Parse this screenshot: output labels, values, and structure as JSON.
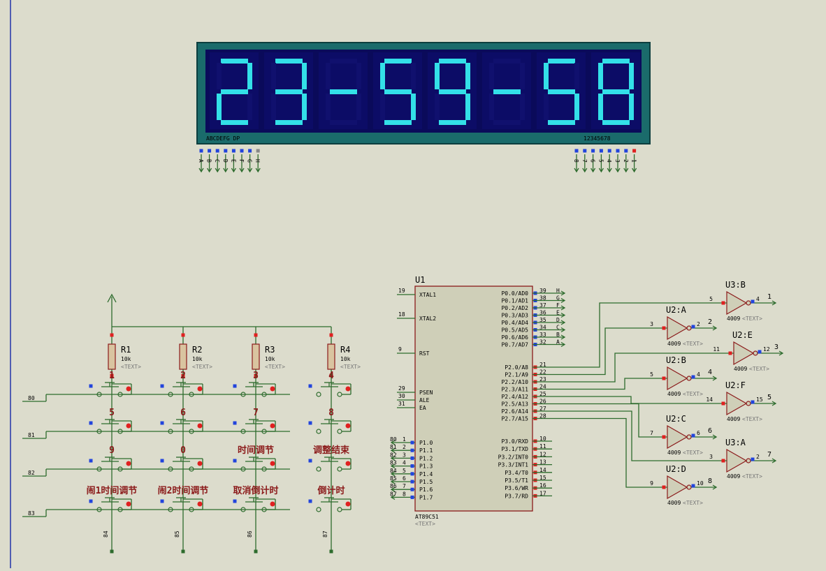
{
  "display": {
    "digits": [
      "2",
      "3",
      "-",
      "5",
      "9",
      "-",
      "5",
      "8"
    ],
    "seg_label": "ABCDEFG DP",
    "digit_label": "12345678",
    "seg_pins": [
      "A",
      "B",
      "C",
      "D",
      "E",
      "F",
      "G",
      "H"
    ],
    "digit_pins": [
      "8",
      "7",
      "6",
      "5",
      "4",
      "3",
      "2",
      "1"
    ],
    "colors": {
      "frame": "#1a6b6b",
      "panel": "#0a0a5a",
      "lit": "#33e0e8",
      "off": "#10106e"
    }
  },
  "mcu": {
    "ref": "U1",
    "part": "AT89C51",
    "text_tag": "<TEXT>",
    "left": [
      {
        "num": "19",
        "name": "XTAL1"
      },
      {
        "num": "18",
        "name": "XTAL2"
      },
      {
        "num": "9",
        "name": "RST"
      },
      {
        "num": "29",
        "name": "PSEN"
      },
      {
        "num": "30",
        "name": "ALE"
      },
      {
        "num": "31",
        "name": "EA"
      }
    ],
    "p1": [
      {
        "net": "80",
        "num": "1",
        "name": "P1.0"
      },
      {
        "net": "81",
        "num": "2",
        "name": "P1.1"
      },
      {
        "net": "82",
        "num": "3",
        "name": "P1.2"
      },
      {
        "net": "83",
        "num": "4",
        "name": "P1.3"
      },
      {
        "net": "84",
        "num": "5",
        "name": "P1.4"
      },
      {
        "net": "85",
        "num": "6",
        "name": "P1.5"
      },
      {
        "net": "86",
        "num": "7",
        "name": "P1.6"
      },
      {
        "net": "87",
        "num": "8",
        "name": "P1.7"
      }
    ],
    "p0": [
      {
        "num": "39",
        "name": "P0.0/AD0",
        "net": "H"
      },
      {
        "num": "38",
        "name": "P0.1/AD1",
        "net": "G"
      },
      {
        "num": "37",
        "name": "P0.2/AD2",
        "net": "F"
      },
      {
        "num": "36",
        "name": "P0.3/AD3",
        "net": "E"
      },
      {
        "num": "35",
        "name": "P0.4/AD4",
        "net": "D"
      },
      {
        "num": "34",
        "name": "P0.5/AD5",
        "net": "C"
      },
      {
        "num": "33",
        "name": "P0.6/AD6",
        "net": "B"
      },
      {
        "num": "32",
        "name": "P0.7/AD7",
        "net": "A"
      }
    ],
    "p2": [
      {
        "num": "21",
        "name": "P2.0/A8"
      },
      {
        "num": "22",
        "name": "P2.1/A9"
      },
      {
        "num": "23",
        "name": "P2.2/A10"
      },
      {
        "num": "24",
        "name": "P2.3/A11"
      },
      {
        "num": "25",
        "name": "P2.4/A12"
      },
      {
        "num": "26",
        "name": "P2.5/A13"
      },
      {
        "num": "27",
        "name": "P2.6/A14"
      },
      {
        "num": "28",
        "name": "P2.7/A15"
      }
    ],
    "p3": [
      {
        "num": "10",
        "name": "P3.0/RXD"
      },
      {
        "num": "11",
        "name": "P3.1/TXD"
      },
      {
        "num": "12",
        "name": "P3.2/INT0"
      },
      {
        "num": "13",
        "name": "P3.3/INT1"
      },
      {
        "num": "14",
        "name": "P3.4/T0"
      },
      {
        "num": "15",
        "name": "P3.5/T1"
      },
      {
        "num": "16",
        "name": "P3.6/WR"
      },
      {
        "num": "17",
        "name": "P3.7/RD"
      }
    ]
  },
  "gates": [
    {
      "ref": "U3:B",
      "in": "5",
      "out": "4",
      "net": "1",
      "part": "4009",
      "tag": "<TEXT>"
    },
    {
      "ref": "U2:A",
      "in": "3",
      "out": "2",
      "net": "2",
      "part": "4009",
      "tag": "<TEXT>"
    },
    {
      "ref": "U2:E",
      "in": "11",
      "out": "12",
      "net": "3",
      "part": "4009",
      "tag": "<TEXT>"
    },
    {
      "ref": "U2:B",
      "in": "5",
      "out": "4",
      "net": "4",
      "part": "4009",
      "tag": "<TEXT>"
    },
    {
      "ref": "U2:F",
      "in": "14",
      "out": "15",
      "net": "5",
      "part": "4009",
      "tag": "<TEXT>"
    },
    {
      "ref": "U2:C",
      "in": "7",
      "out": "6",
      "net": "6",
      "part": "4009",
      "tag": "<TEXT>"
    },
    {
      "ref": "U3:A",
      "in": "3",
      "out": "2",
      "net": "7",
      "part": "4009",
      "tag": "<TEXT>"
    },
    {
      "ref": "U2:D",
      "in": "9",
      "out": "10",
      "net": "8",
      "part": "4009",
      "tag": "<TEXT>"
    }
  ],
  "resistors": [
    {
      "ref": "R1",
      "value": "10k",
      "tag": "<TEXT>"
    },
    {
      "ref": "R2",
      "value": "10k",
      "tag": "<TEXT>"
    },
    {
      "ref": "R3",
      "value": "10k",
      "tag": "<TEXT>"
    },
    {
      "ref": "R4",
      "value": "10k",
      "tag": "<TEXT>"
    }
  ],
  "keypad": {
    "rows": [
      "80",
      "81",
      "82",
      "83"
    ],
    "cols": [
      "84",
      "85",
      "86",
      "87"
    ],
    "labels": [
      [
        "1",
        "2",
        "3",
        "4"
      ],
      [
        "5",
        "6",
        "7",
        "8"
      ],
      [
        "9",
        "0",
        "时间调节",
        "调整结束"
      ],
      [
        "闹1时间调节",
        "闹2时间调节",
        "取消倒计时",
        "倒计时"
      ]
    ]
  }
}
